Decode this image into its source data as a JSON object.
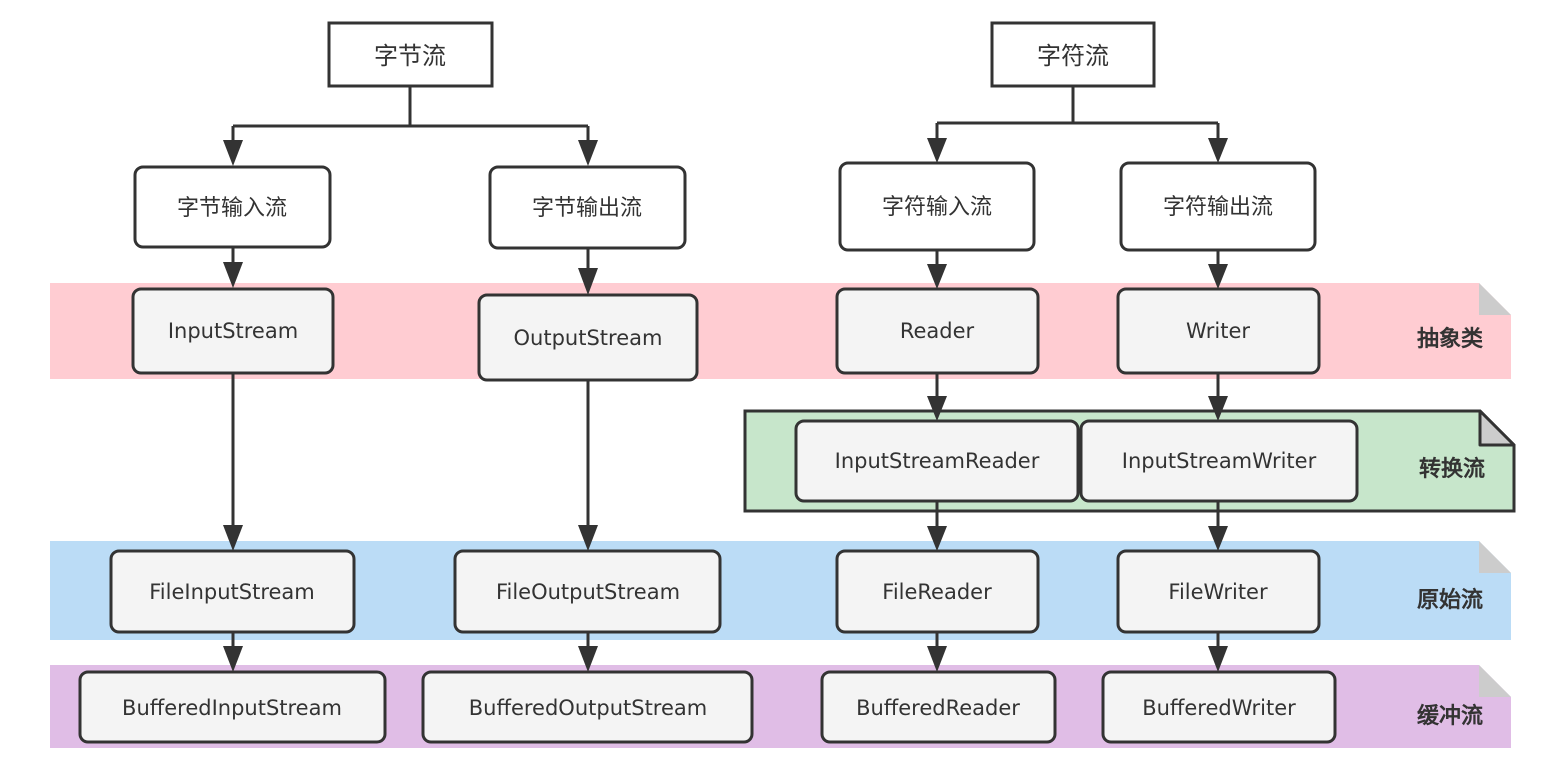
{
  "diagram": {
    "title": "Java IO 流体系",
    "colors": {
      "stroke": "#333333",
      "node_fill_white": "#ffffff",
      "node_fill_gray": "#f4f4f4",
      "fold": "#cccccc",
      "band_abstract": "#ffccd2",
      "band_convert": "#c7e6cb",
      "band_raw": "#bbdcf6",
      "band_buffer": "#e0bde6"
    },
    "bands": [
      {
        "id": "abstract",
        "label": "抽象类"
      },
      {
        "id": "convert",
        "label": "转换流"
      },
      {
        "id": "raw",
        "label": "原始流"
      },
      {
        "id": "buffer",
        "label": "缓冲流"
      }
    ],
    "nodes": {
      "byte_stream": "字节流",
      "char_stream": "字符流",
      "byte_input": "字节输入流",
      "byte_output": "字节输出流",
      "char_input": "字符输入流",
      "char_output": "字符输出流",
      "input_stream": "InputStream",
      "output_stream": "OutputStream",
      "reader": "Reader",
      "writer": "Writer",
      "input_stream_reader": "InputStreamReader",
      "input_stream_writer": "InputStreamWriter",
      "file_input_stream": "FileInputStream",
      "file_output_stream": "FileOutputStream",
      "file_reader": "FileReader",
      "file_writer": "FileWriter",
      "buffered_input_stream": "BufferedInputStream",
      "buffered_output_stream": "BufferedOutputStream",
      "buffered_reader": "BufferedReader",
      "buffered_writer": "BufferedWriter"
    },
    "edges": [
      [
        "byte_stream",
        "byte_input"
      ],
      [
        "byte_stream",
        "byte_output"
      ],
      [
        "char_stream",
        "char_input"
      ],
      [
        "char_stream",
        "char_output"
      ],
      [
        "byte_input",
        "input_stream"
      ],
      [
        "byte_output",
        "output_stream"
      ],
      [
        "char_input",
        "reader"
      ],
      [
        "char_output",
        "writer"
      ],
      [
        "input_stream",
        "file_input_stream"
      ],
      [
        "output_stream",
        "file_output_stream"
      ],
      [
        "reader",
        "input_stream_reader"
      ],
      [
        "writer",
        "input_stream_writer"
      ],
      [
        "input_stream_reader",
        "file_reader"
      ],
      [
        "input_stream_writer",
        "file_writer"
      ],
      [
        "file_input_stream",
        "buffered_input_stream"
      ],
      [
        "file_output_stream",
        "buffered_output_stream"
      ],
      [
        "file_reader",
        "buffered_reader"
      ],
      [
        "file_writer",
        "buffered_writer"
      ]
    ]
  }
}
